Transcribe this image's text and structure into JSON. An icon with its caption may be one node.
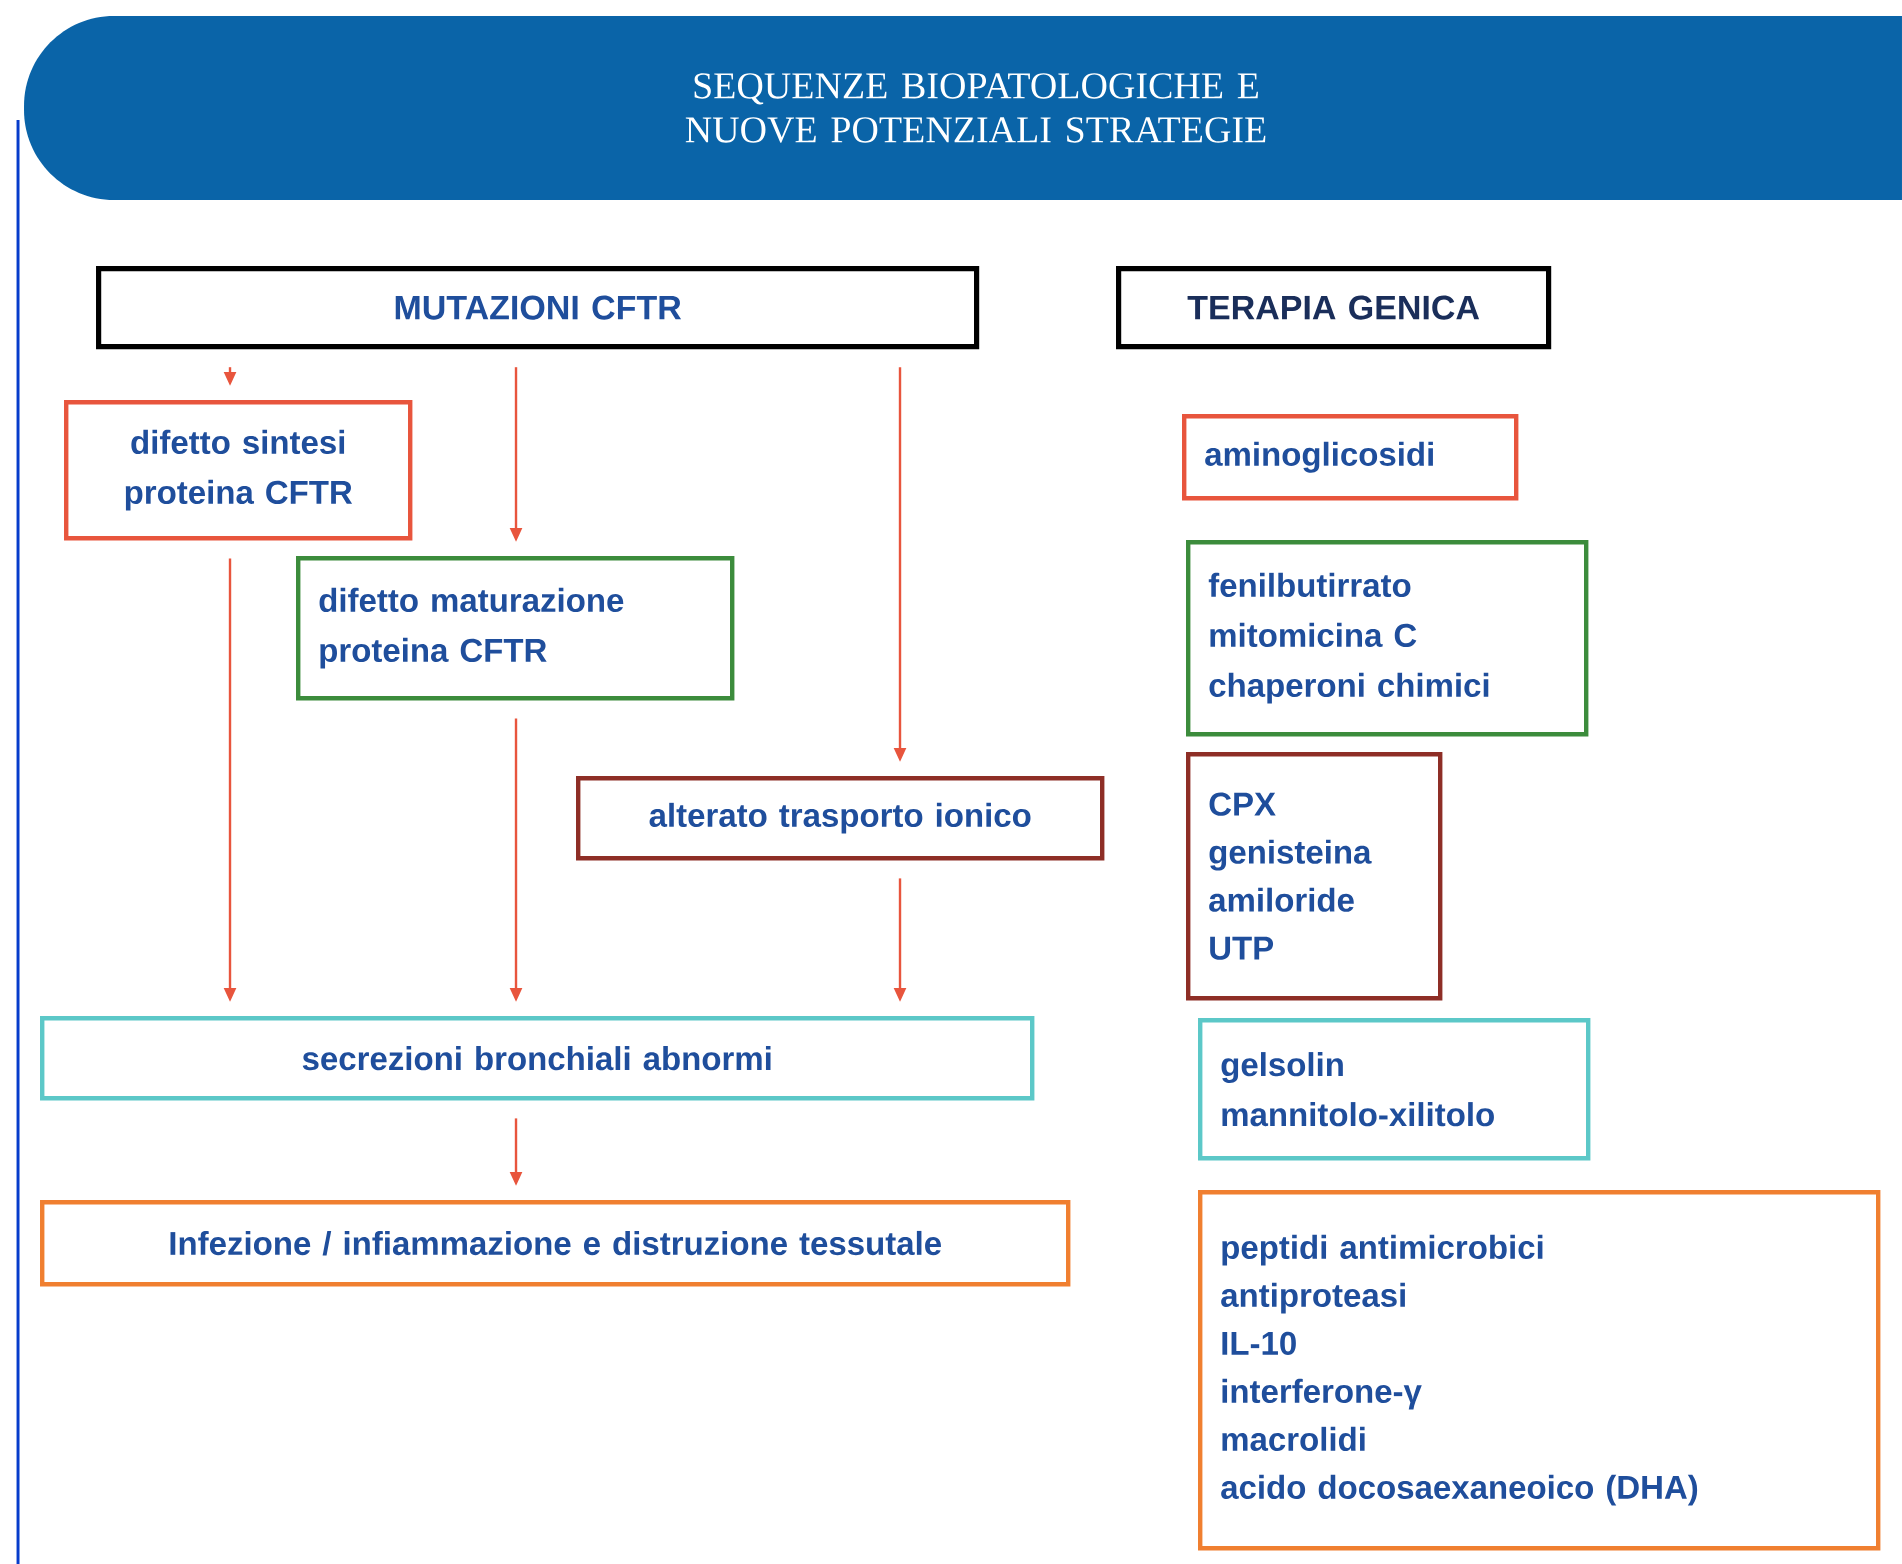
{
  "diagram": {
    "title": "SEQUENZE BIOPATOLOGICHE E NUOVE POTENZIALI STRATEGIE",
    "nodes": [
      {
        "text": [
          "MUTAZIONI CFTR"
        ]
      },
      {
        "text": [
          "difetto sintesi proteina CFTR"
        ]
      },
      {
        "text": [
          "difetto maturazione proteina CFTR"
        ]
      },
      {
        "text": [
          "alterato trasporto ionico"
        ]
      },
      {
        "text": [
          "secrezioni bronchiali abnormi"
        ]
      },
      {
        "text": [
          "Infezione / infiammazione e distruzione tessutale"
        ]
      },
      {
        "text": [
          "TERAPIA GENICA"
        ]
      },
      {
        "text": [
          "aminoglicosidi"
        ]
      },
      {
        "text": [
          "fenilbutirrato",
          "mitomicina C",
          "chaperoni chimici"
        ]
      },
      {
        "text": [
          "CPX",
          "genisteina",
          "amiloride",
          "UTP"
        ]
      },
      {
        "text": [
          "gelsolin",
          "mannitolo-xilitolo"
        ]
      },
      {
        "text": [
          "peptidi antimicrobici",
          "antiproteasi",
          "IL-10",
          "interferone-γ",
          "macrolidi",
          "acido docosaexaneoico (DHA)"
        ]
      }
    ],
    "edges": [
      {
        "from": 0,
        "to": 1,
        "arrow": "to"
      },
      {
        "from": 0,
        "to": 2,
        "arrow": "to"
      },
      {
        "from": 0,
        "to": 3,
        "arrow": "to"
      },
      {
        "from": 1,
        "to": 4,
        "arrow": "to"
      },
      {
        "from": 2,
        "to": 4,
        "arrow": "to"
      },
      {
        "from": 3,
        "to": 4,
        "arrow": "to"
      },
      {
        "from": 4,
        "to": 5,
        "arrow": "to"
      }
    ]
  }
}
